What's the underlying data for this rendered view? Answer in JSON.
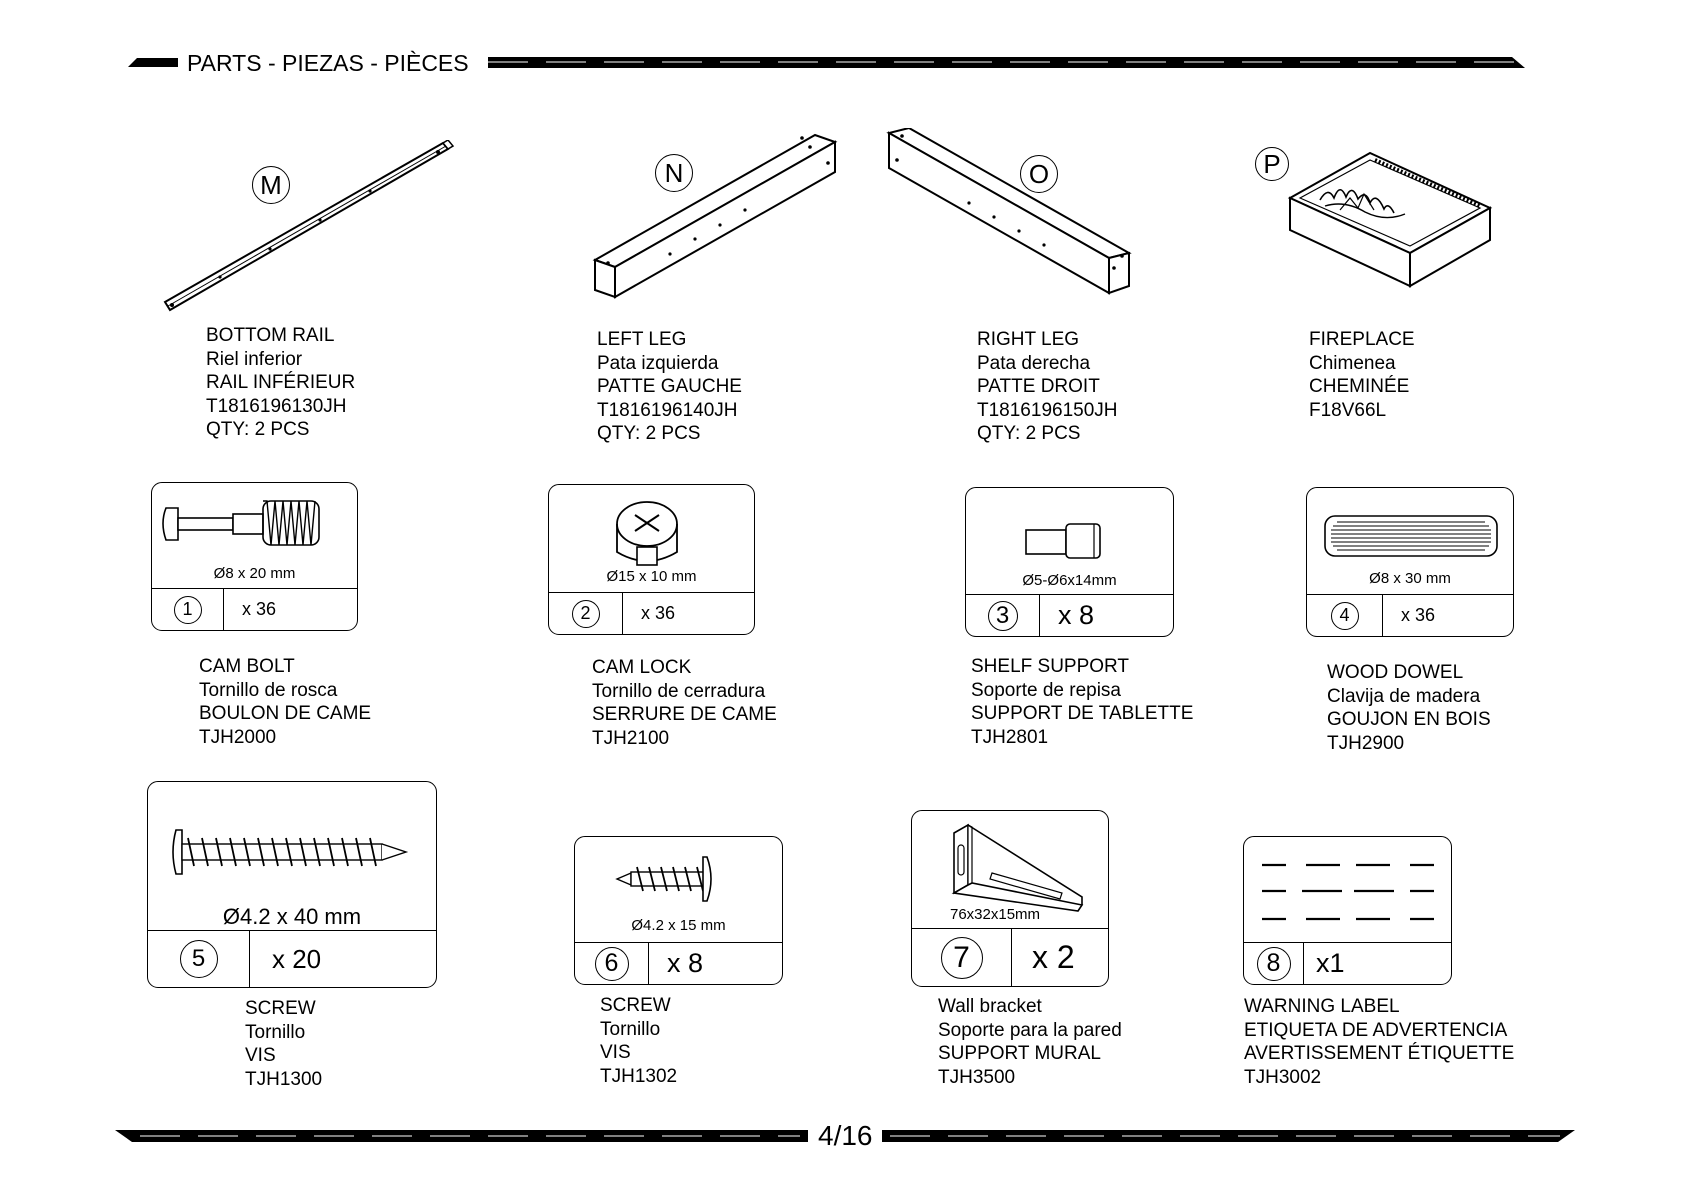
{
  "header": {
    "title": "PARTS - PIEZAS - PIÈCES"
  },
  "parts": [
    {
      "letter": "M",
      "lines": [
        "BOTTOM RAIL",
        "Riel inferior",
        "RAIL INFÉRIEUR",
        "T1816196130JH",
        "QTY: 2 PCS"
      ]
    },
    {
      "letter": "N",
      "lines": [
        "LEFT LEG",
        "Pata izquierda",
        "PATTE GAUCHE",
        "T1816196140JH",
        "QTY: 2 PCS"
      ]
    },
    {
      "letter": "O",
      "lines": [
        "RIGHT LEG",
        "Pata derecha",
        "PATTE DROIT",
        "T1816196150JH",
        "QTY: 2 PCS"
      ]
    },
    {
      "letter": "P",
      "lines": [
        "FIREPLACE",
        "Chimenea",
        "CHEMINÉE",
        "F18V66L"
      ]
    }
  ],
  "hardware": [
    {
      "num": "1",
      "size": "Ø8 x 20 mm",
      "qty": "x 36",
      "lines": [
        "CAM BOLT",
        "Tornillo de rosca",
        "BOULON DE CAME",
        "TJH2000"
      ]
    },
    {
      "num": "2",
      "size": "Ø15 x 10 mm",
      "qty": "x 36",
      "lines": [
        "CAM LOCK",
        "Tornillo de cerradura",
        "SERRURE DE CAME",
        "TJH2100"
      ]
    },
    {
      "num": "3",
      "size": "Ø5-Ø6x14mm",
      "qty": "x 8",
      "lines": [
        "SHELF SUPPORT",
        "Soporte de repisa",
        "SUPPORT DE TABLETTE",
        "TJH2801"
      ]
    },
    {
      "num": "4",
      "size": "Ø8 x 30 mm",
      "qty": "x 36",
      "lines": [
        "WOOD DOWEL",
        "Clavija de madera",
        "GOUJON EN BOIS",
        "TJH2900"
      ]
    },
    {
      "num": "5",
      "size": "Ø4.2 x 40 mm",
      "qty": "x 20",
      "lines": [
        "SCREW",
        "Tornillo",
        "VIS",
        "TJH1300"
      ]
    },
    {
      "num": "6",
      "size": "Ø4.2 x 15 mm",
      "qty": "x 8",
      "lines": [
        "SCREW",
        "Tornillo",
        "VIS",
        "TJH1302"
      ]
    },
    {
      "num": "7",
      "size": "76x32x15mm",
      "qty": "x 2",
      "lines": [
        "Wall bracket",
        "Soporte para la pared",
        "SUPPORT MURAL",
        "TJH3500"
      ]
    },
    {
      "num": "8",
      "size": "",
      "qty": "x1",
      "lines": [
        "WARNING LABEL",
        "ETIQUETA DE ADVERTENCIA",
        "AVERTISSEMENT ÉTIQUETTE",
        "TJH3002"
      ]
    }
  ],
  "footer": {
    "page": "4/16"
  }
}
